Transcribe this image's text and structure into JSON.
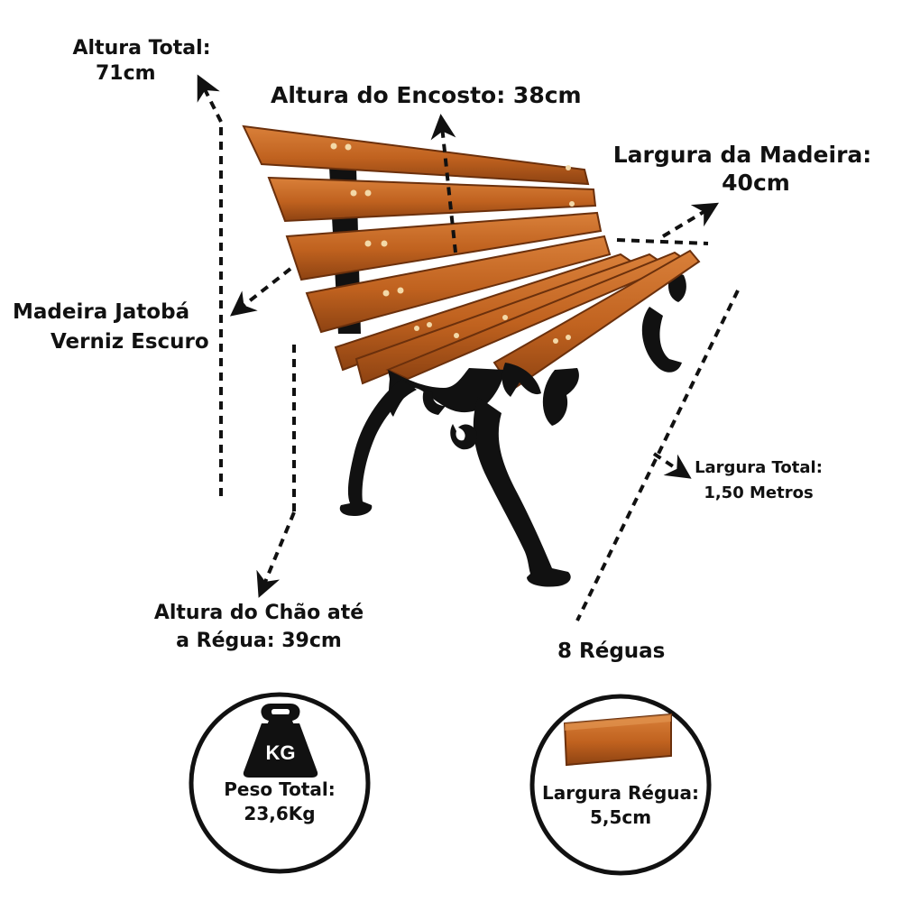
{
  "labels": {
    "altura_total": [
      "Altura Total:",
      "71cm"
    ],
    "altura_encosto": "Altura do Encosto: 38cm",
    "largura_madeira": [
      "Largura da Madeira:",
      "40cm"
    ],
    "madeira": [
      "Madeira Jatobá",
      "Verniz Escuro"
    ],
    "largura_total": [
      "Largura Total:",
      "1,50 Metros"
    ],
    "altura_chao": [
      "Altura do Chão até",
      "a Régua: 39cm"
    ],
    "reguas": "8 Réguas"
  },
  "weight_badge": {
    "icon": "weight-kg-icon",
    "icon_text": "KG",
    "lines": [
      "Peso Total:",
      "23,6Kg"
    ]
  },
  "slat_badge": {
    "icon": "wood-slat-icon",
    "lines": [
      "Largura Régua:",
      "5,5cm"
    ]
  },
  "colors": {
    "wood": "#C0621F",
    "wood_dark": "#7A3A10",
    "iron": "#111111",
    "line": "#111111"
  }
}
